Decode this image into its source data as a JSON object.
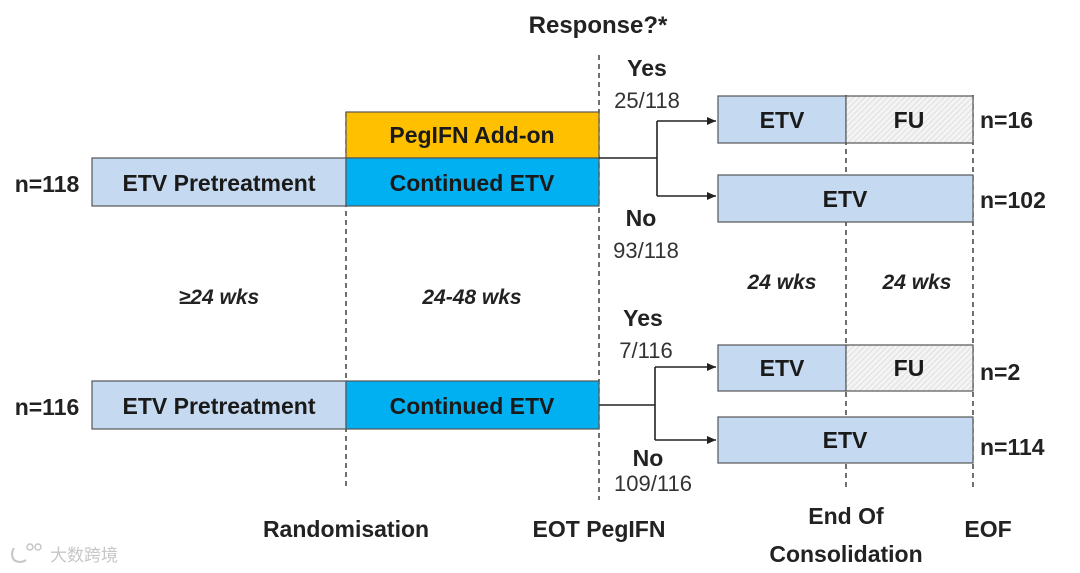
{
  "header": {
    "response_label": "Response?*"
  },
  "arm1": {
    "n_label": "n=118",
    "pretreatment": "ETV Pretreatment",
    "addon": "PegIFN Add-on",
    "continued": "Continued ETV",
    "yes_label": "Yes",
    "yes_ratio": "25/118",
    "no_label": "No",
    "no_ratio": "93/118",
    "yes_etv": "ETV",
    "yes_fu": "FU",
    "yes_n": "n=16",
    "no_etv": "ETV",
    "no_n": "n=102"
  },
  "arm2": {
    "n_label": "n=116",
    "pretreatment": "ETV Pretreatment",
    "continued": "Continued ETV",
    "yes_label": "Yes",
    "yes_ratio": "7/116",
    "no_label": "No",
    "no_ratio": "109/116",
    "yes_etv": "ETV",
    "yes_fu": "FU",
    "yes_n": "n=2",
    "no_etv": "ETV",
    "no_n": "n=114"
  },
  "durations": {
    "pretreatment": "≥24 wks",
    "treatment": "24-48 wks",
    "consolidation": "24 wks",
    "followup": "24 wks"
  },
  "milestones": {
    "randomisation": "Randomisation",
    "eot": "EOT PegIFN",
    "end_of_line1": "End Of",
    "end_of_line2": "Consolidation",
    "eof": "EOF"
  },
  "watermark": "大数跨境"
}
